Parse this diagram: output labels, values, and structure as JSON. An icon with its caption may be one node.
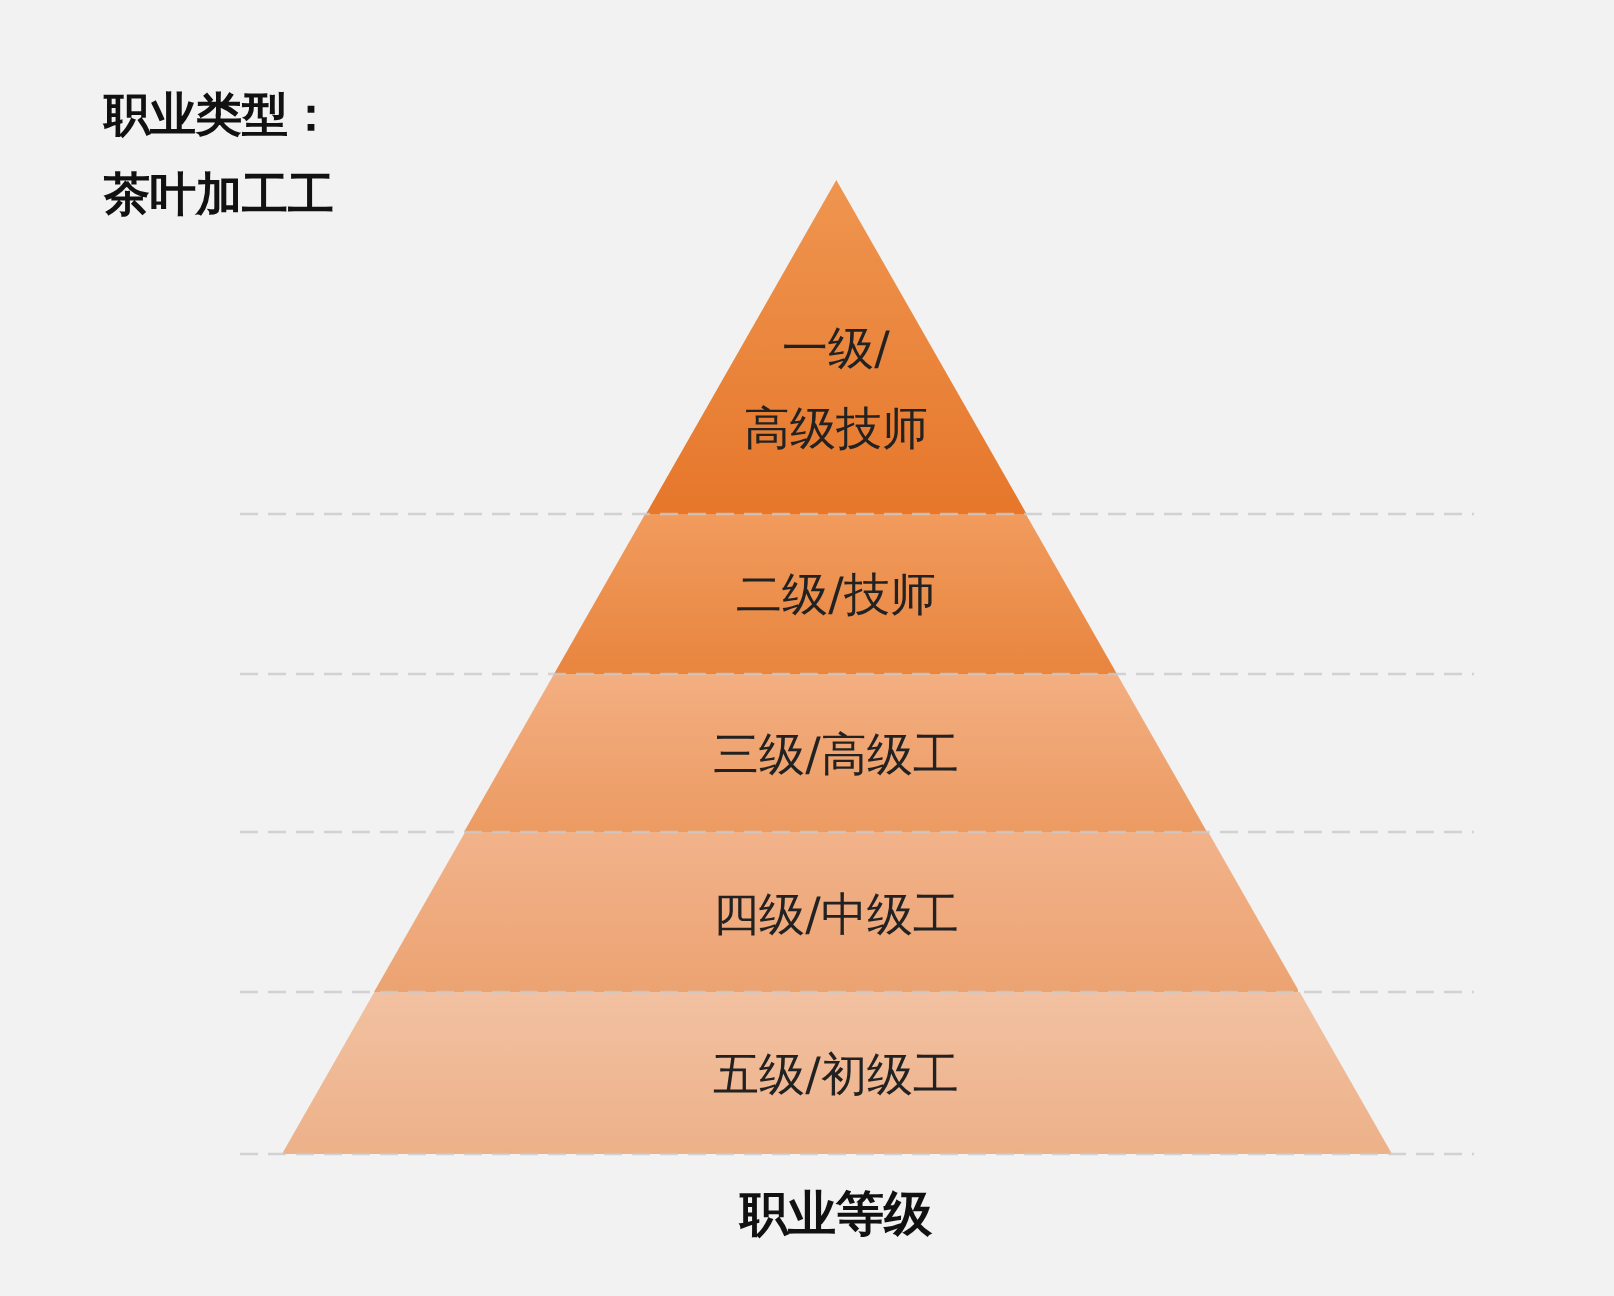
{
  "diagram": {
    "title": "职业类型：茶叶加工工",
    "caption": "职业等级",
    "nodes": [
      {
        "text": [
          "一级/高级技师"
        ]
      },
      {
        "text": [
          "二级/技师"
        ]
      },
      {
        "text": [
          "三级/高级工"
        ]
      },
      {
        "text": [
          "四级/中级工"
        ]
      },
      {
        "text": [
          "五级/初级工"
        ]
      }
    ]
  }
}
